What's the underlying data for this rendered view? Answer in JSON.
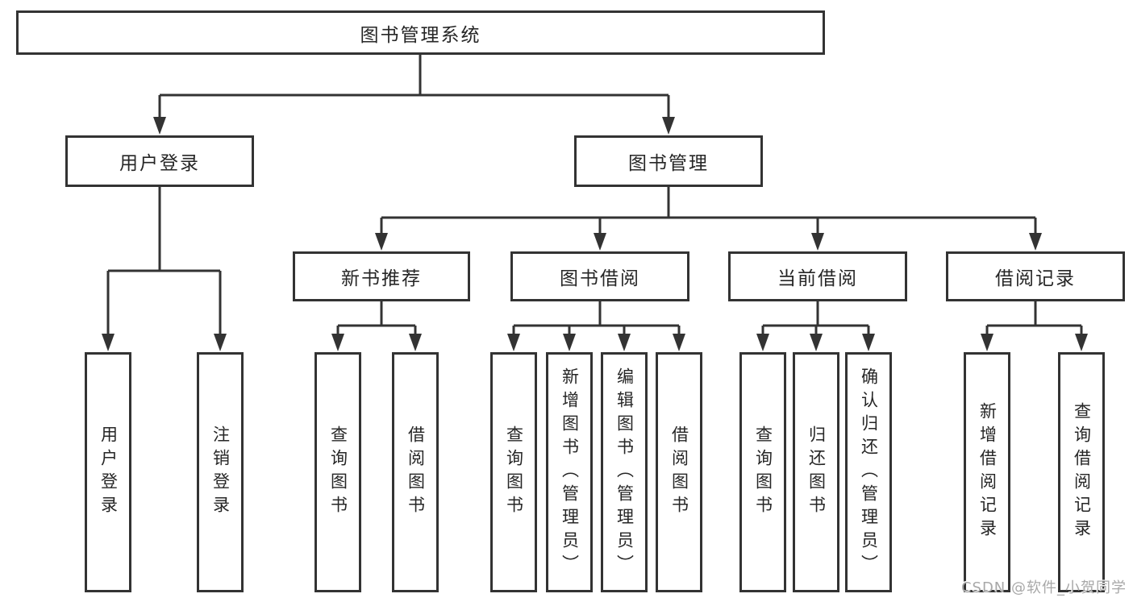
{
  "tree": {
    "root": {
      "label": "图书管理系统",
      "children": [
        {
          "label": "用户登录",
          "children": [
            {
              "label": "用户登录"
            },
            {
              "label": "注销登录"
            }
          ]
        },
        {
          "label": "图书管理",
          "children": [
            {
              "label": "新书推荐",
              "children": [
                {
                  "label": "查询图书"
                },
                {
                  "label": "借阅图书"
                }
              ]
            },
            {
              "label": "图书借阅",
              "children": [
                {
                  "label": "查询图书"
                },
                {
                  "label": "新增图书（管理员）"
                },
                {
                  "label": "编辑图书（管理员）"
                },
                {
                  "label": "借阅图书"
                }
              ]
            },
            {
              "label": "当前借阅",
              "children": [
                {
                  "label": "查询图书"
                },
                {
                  "label": "归还图书"
                },
                {
                  "label": "确认归还（管理员）"
                }
              ]
            },
            {
              "label": "借阅记录",
              "children": [
                {
                  "label": "新增借阅记录"
                },
                {
                  "label": "查询借阅记录"
                }
              ]
            }
          ]
        }
      ]
    }
  },
  "watermark": {
    "text": "CSDN @软件_小贺同学"
  },
  "colors": {
    "line": "#333333",
    "text": "#262626",
    "watermark": "#a8a8a8",
    "background": "#ffffff"
  }
}
